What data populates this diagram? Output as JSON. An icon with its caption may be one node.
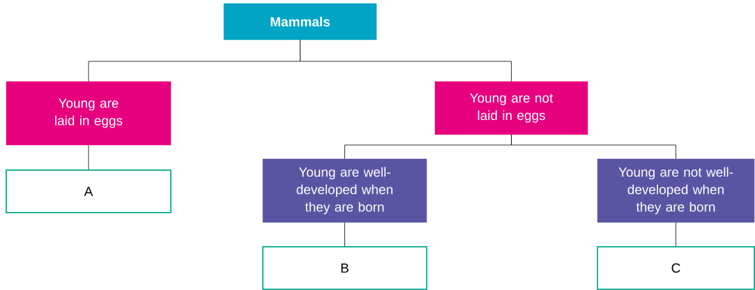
{
  "diagram": {
    "nodes": [
      {
        "text": [
          "Mammals"
        ]
      },
      {
        "text": [
          "Young are laid in eggs"
        ]
      },
      {
        "text": [
          "Young are not laid in eggs"
        ]
      },
      {
        "text": [
          "A"
        ]
      },
      {
        "text": [
          "Young are well-developed when they are born"
        ]
      },
      {
        "text": [
          "Young are not well-developed when they are born"
        ]
      },
      {
        "text": [
          "B"
        ]
      },
      {
        "text": [
          "C"
        ]
      }
    ],
    "edges": [
      {
        "from": 0,
        "to": 1,
        "arrow": "none"
      },
      {
        "from": 0,
        "to": 2,
        "arrow": "none"
      },
      {
        "from": 1,
        "to": 3,
        "arrow": "none"
      },
      {
        "from": 2,
        "to": 4,
        "arrow": "none"
      },
      {
        "from": 2,
        "to": 5,
        "arrow": "none"
      },
      {
        "from": 4,
        "to": 6,
        "arrow": "none"
      },
      {
        "from": 5,
        "to": 7,
        "arrow": "none"
      }
    ]
  }
}
